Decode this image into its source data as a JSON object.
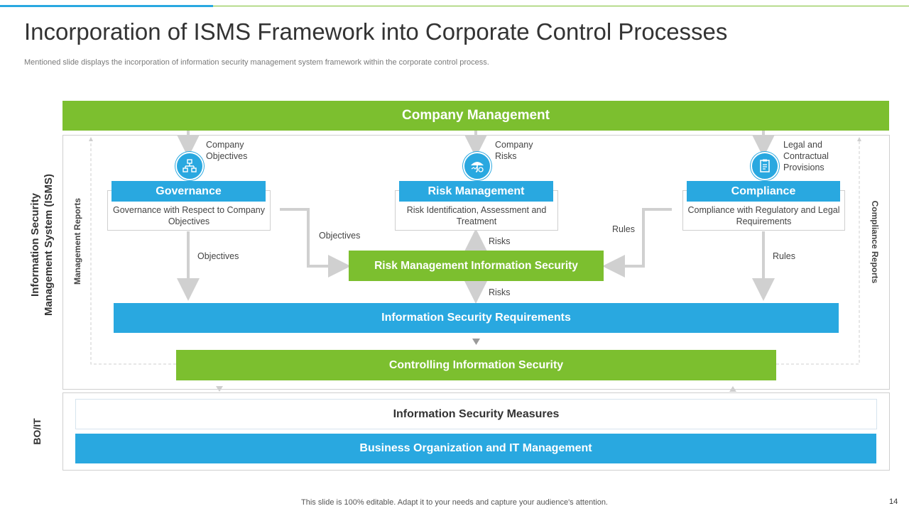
{
  "header": {
    "title": "Incorporation of ISMS Framework into Corporate Control Processes",
    "subtitle": "Mentioned slide displays the incorporation of  information security management system framework within the corporate control process."
  },
  "diagram": {
    "company_management": "Company Management",
    "isms_label": "Information Security Management System (ISMS)",
    "management_reports": "Management Reports",
    "compliance_reports": "Compliance Reports",
    "governance": {
      "input": "Company Objectives",
      "title": "Governance",
      "desc": "Governance  with Respect to Company Objectives",
      "output": "Objectives"
    },
    "risk_management": {
      "input": "Company Risks",
      "title": "Risk Management",
      "desc": "Risk Identification, Assessment and Treatment",
      "up_label": "Risks"
    },
    "compliance": {
      "input": "Legal and Contractual Provisions",
      "title": "Compliance",
      "desc": "Compliance  with Regulatory  and Legal Requirements",
      "output": "Rules"
    },
    "left_connector_label": "Objectives",
    "right_connector_label": "Rules",
    "rmis": "Risk Management Information Security",
    "rmis_down_label": "Risks",
    "is_requirements": "Information Security  Requirements",
    "controlling_is": "Controlling Information Security",
    "bo_it_label": "BO/IT",
    "is_measures": "Information Security  Measures",
    "bo_it_management": "Business  Organization and IT Management"
  },
  "footer": {
    "note": "This slide is 100% editable. Adapt it to your needs and capture your audience's attention.",
    "page": "14"
  },
  "colors": {
    "green": "#7cbf2f",
    "blue": "#29a8e0",
    "arrow_grey": "#d0d0d0"
  },
  "icons": {
    "governance": "org-chart-icon",
    "risk_management": "umbrella-icon",
    "compliance": "clipboard-icon"
  }
}
